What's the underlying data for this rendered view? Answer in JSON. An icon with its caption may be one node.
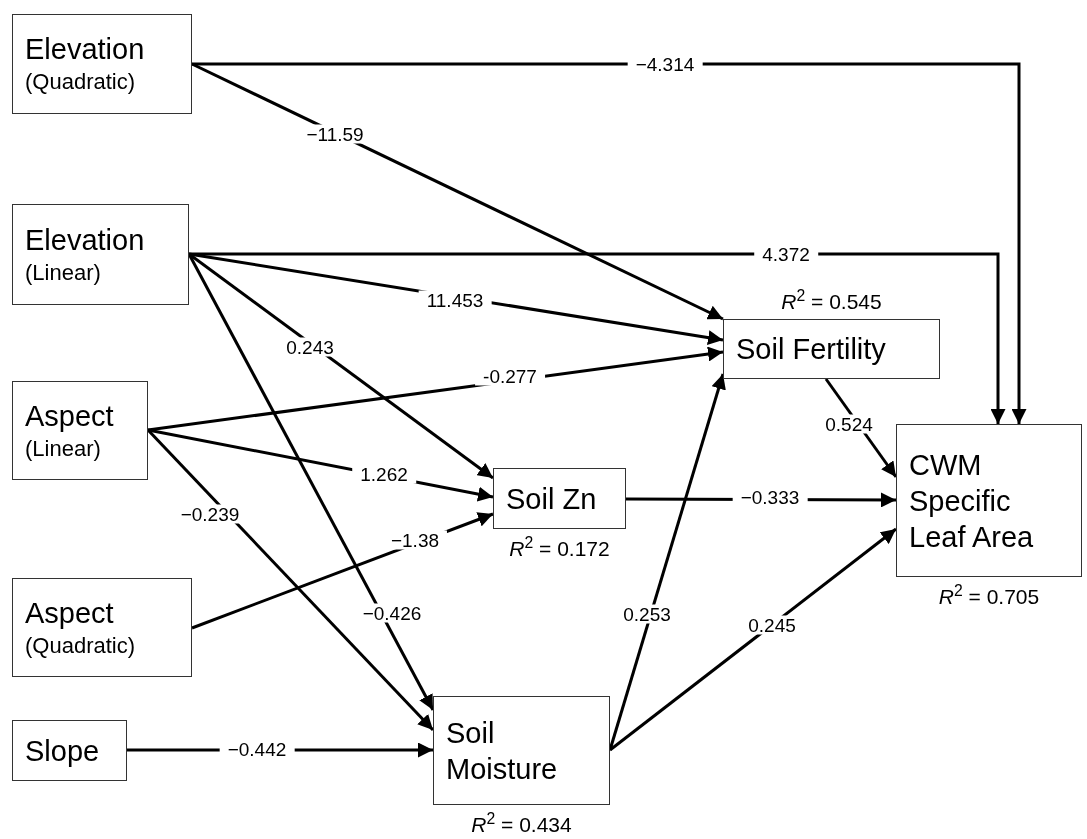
{
  "diagram": {
    "nodes": [
      {
        "text": [
          "Elevation",
          "(Quadratic)"
        ]
      },
      {
        "text": [
          "Elevation",
          "(Linear)"
        ]
      },
      {
        "text": [
          "Aspect",
          "(Linear)"
        ]
      },
      {
        "text": [
          "Aspect",
          "(Quadratic)"
        ]
      },
      {
        "text": [
          "Slope"
        ]
      },
      {
        "text": [
          "Soil Fertility"
        ],
        "beside": [
          "*R*$^{2}$ = 0.545"
        ]
      },
      {
        "text": [
          "Soil Zn"
        ],
        "beside": [
          "*R*$^{2}$ = 0.172"
        ]
      },
      {
        "text": [
          "Soil Moisture"
        ],
        "beside": [
          "*R*$^{2}$ = 0.434"
        ]
      },
      {
        "text": [
          "CWM Specific Leaf Area"
        ],
        "beside": [
          "*R*$^{2}$ = 0.705"
        ]
      }
    ],
    "edges": [
      {
        "from": 0,
        "to": 8,
        "arrow": "to",
        "label": "−4.314"
      },
      {
        "from": 0,
        "to": 5,
        "arrow": "to",
        "label": "−11.59"
      },
      {
        "from": 1,
        "to": 8,
        "arrow": "to",
        "label": "4.372"
      },
      {
        "from": 1,
        "to": 5,
        "arrow": "to",
        "label": "11.453"
      },
      {
        "from": 1,
        "to": 6,
        "arrow": "to",
        "label": "0.243"
      },
      {
        "from": 1,
        "to": 7,
        "arrow": "to",
        "label": "−0.426"
      },
      {
        "from": 2,
        "to": 5,
        "arrow": "to",
        "label": "-0.277"
      },
      {
        "from": 2,
        "to": 6,
        "arrow": "to",
        "label": "1.262"
      },
      {
        "from": 2,
        "to": 7,
        "arrow": "to",
        "label": "−0.239"
      },
      {
        "from": 3,
        "to": 6,
        "arrow": "to",
        "label": "−1.38"
      },
      {
        "from": 4,
        "to": 7,
        "arrow": "to",
        "label": "−0.442"
      },
      {
        "from": 7,
        "to": 5,
        "arrow": "to",
        "label": "0.253"
      },
      {
        "from": 6,
        "to": 8,
        "arrow": "to",
        "label": "−0.333"
      },
      {
        "from": 7,
        "to": 8,
        "arrow": "to",
        "label": "0.245"
      },
      {
        "from": 5,
        "to": 8,
        "arrow": "to",
        "label": "0.524"
      }
    ]
  }
}
